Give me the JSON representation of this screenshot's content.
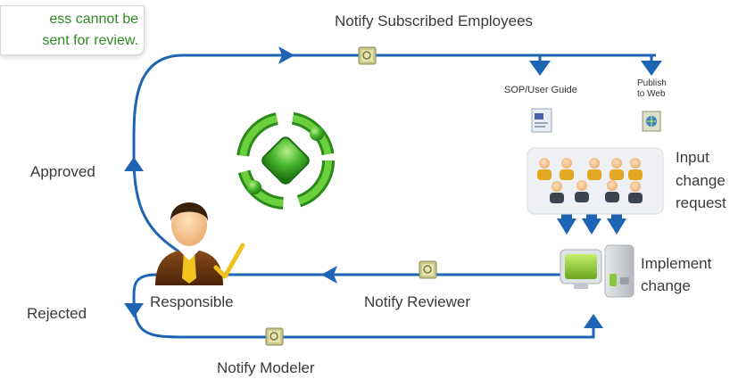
{
  "note": {
    "line1": "ess cannot be",
    "line2": "sent for review."
  },
  "labels": {
    "notify_subscribed": "Notify Subscribed Employees",
    "sop_user_guide": "SOP/User Guide",
    "publish_line1": "Publish",
    "publish_line2": "to Web",
    "approved": "Approved",
    "input_change_1": "Input",
    "input_change_2": "change",
    "input_change_3": "request",
    "implement_1": "Implement",
    "implement_2": "change",
    "responsible": "Responsible",
    "notify_reviewer": "Notify Reviewer",
    "rejected": "Rejected",
    "notify_modeler": "Notify Modeler"
  },
  "colors": {
    "flow_line": "#1e64b4",
    "note_text": "#2e8b22",
    "logo_green": "#3fae2a",
    "monitor_green": "#8cc63f"
  },
  "icons": [
    "email-icon",
    "document-icon",
    "web-publish-icon",
    "employee-group-icon",
    "responsible-person-icon",
    "computer-icon",
    "process-logo-icon"
  ]
}
